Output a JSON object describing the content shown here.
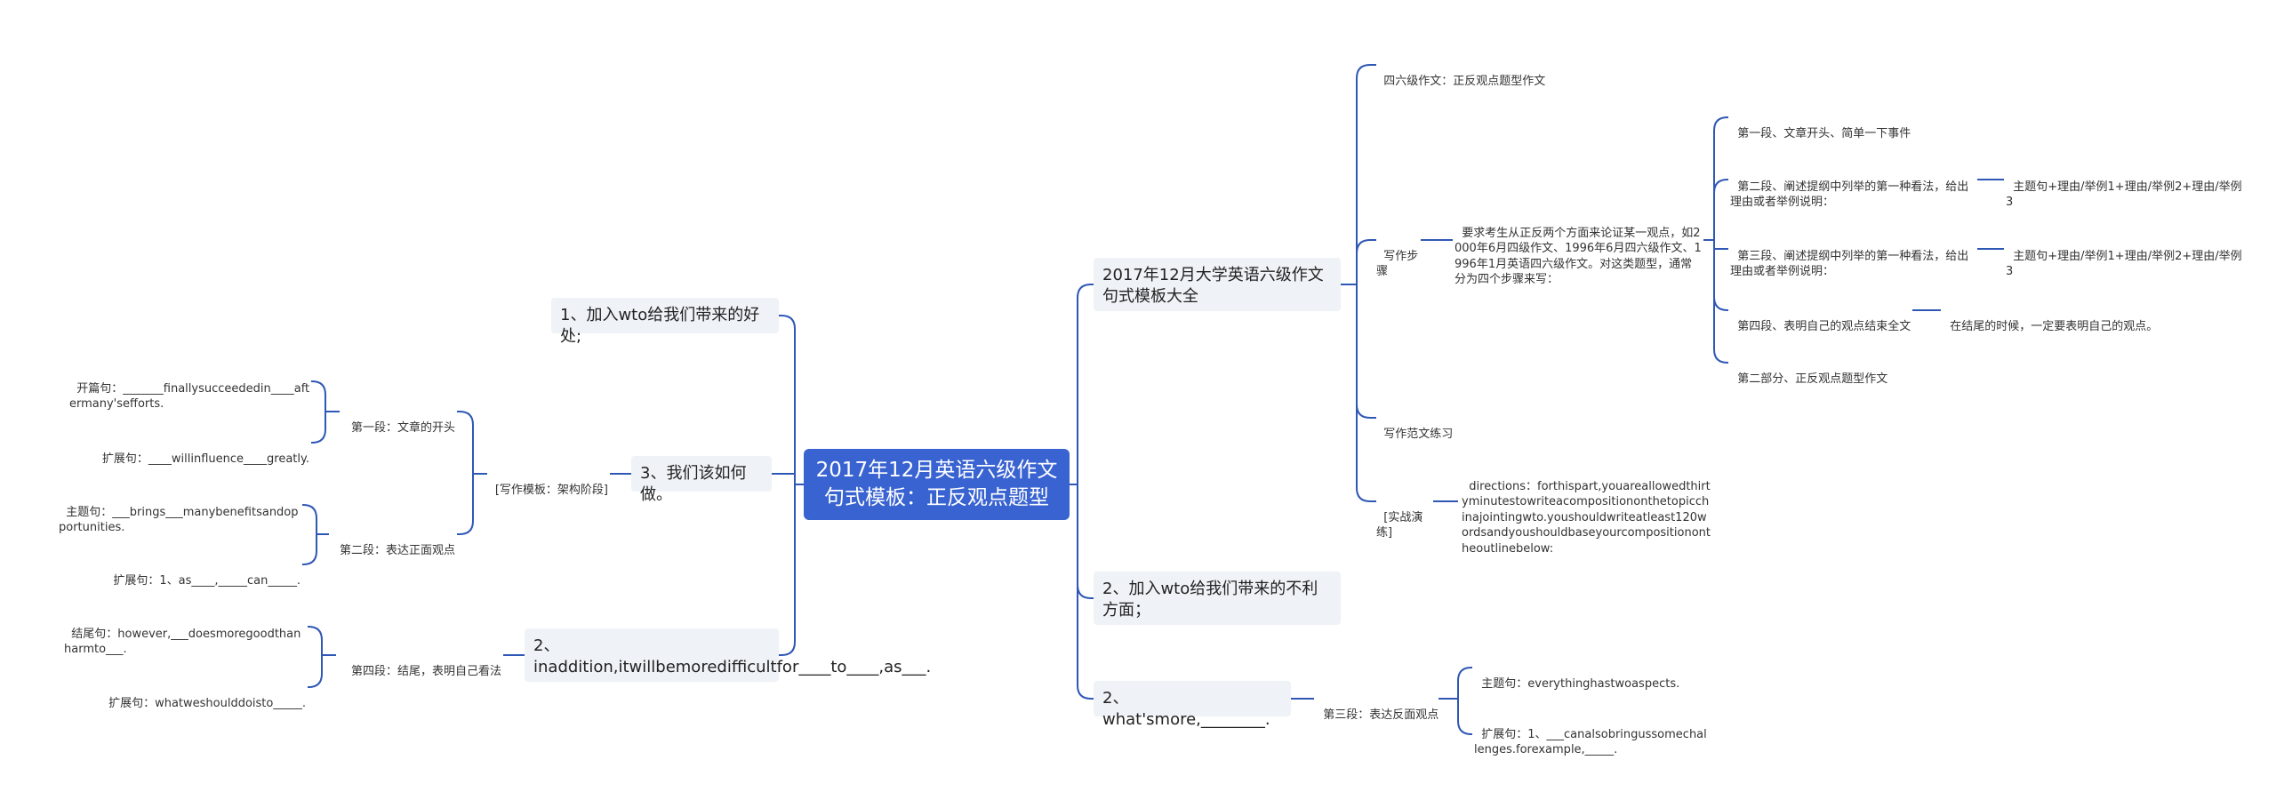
{
  "root": "2017年12月英语六级作文句式模板：正反观点题型",
  "right": {
    "b1": {
      "label": "2017年12月大学英语六级作文句式模板大全",
      "c_title": "四六级作文：正反观点题型作文",
      "c_steps": "写作步骤",
      "steps_desc": "要求考生从正反两个方面来论证某一观点，如2000年6月四级作文、1996年6月四六级作文、1996年1月英语四六级作文。对这类题型，通常分为四个步骤来写：",
      "s1": "第一段、文章开头、简单一下事件",
      "s2": "第二段、阐述提纲中列举的第一种看法，给出理由或者举例说明：",
      "s2c": "主题句+理由/举例1+理由/举例2+理由/举例3",
      "s3": "第三段、阐述提纲中列举的第一种看法，给出理由或者举例说明：",
      "s3c": "主题句+理由/举例1+理由/举例2+理由/举例3",
      "s4": "第四段、表明自己的观点结束全文",
      "s4c": "在结尾的时候，一定要表明自己的观点。",
      "s5": "第二部分、正反观点题型作文",
      "c_practice": "写作范文练习",
      "c_drill": "[实战演练]",
      "drill_text": "directions：forthispart,youareallowedthirtyminutestowriteacompositiononthetopicchinajointingwto.youshouldwriteatleast120wordsandyoushouldbaseyourcompositionontheoutlinebelow:"
    },
    "b2": {
      "label": "2、加入wto给我们带来的不利方面；"
    },
    "b3": {
      "label": "2、what'smore,________.",
      "c": "第三段：表达反面观点",
      "g1": "主题句：everythinghastwoaspects.",
      "g2": "扩展句：1、___canalsobringussomechallenges.forexample,_____."
    }
  },
  "left": {
    "b1": {
      "label": "1、加入wto给我们带来的好处;"
    },
    "b2": {
      "label": "3、我们该如何做。",
      "c": "[写作模板：架构阶段]",
      "p1": "第一段：文章的开头",
      "p1a": "开篇句：_______finallysucceededin____aftermany'sefforts.",
      "p1b": "扩展句：____willinfluence____greatly.",
      "p2": "第二段：表达正面观点",
      "p2a": "主题句：___brings___manybenefitsandopportunities.",
      "p2b": "扩展句：1、as____,_____can_____."
    },
    "b3": {
      "label": "2、inaddition,itwillbemoredifficultfor____to____,as___.",
      "c": "第四段：结尾，表明自己看法",
      "a": "结尾句：however,___doesmoregoodthanharmto___.",
      "b": "扩展句：whatweshoulddoisto_____."
    }
  },
  "colors": {
    "line": "#2f57b5",
    "root": "#3963d1",
    "branch": "#eff2f6"
  }
}
